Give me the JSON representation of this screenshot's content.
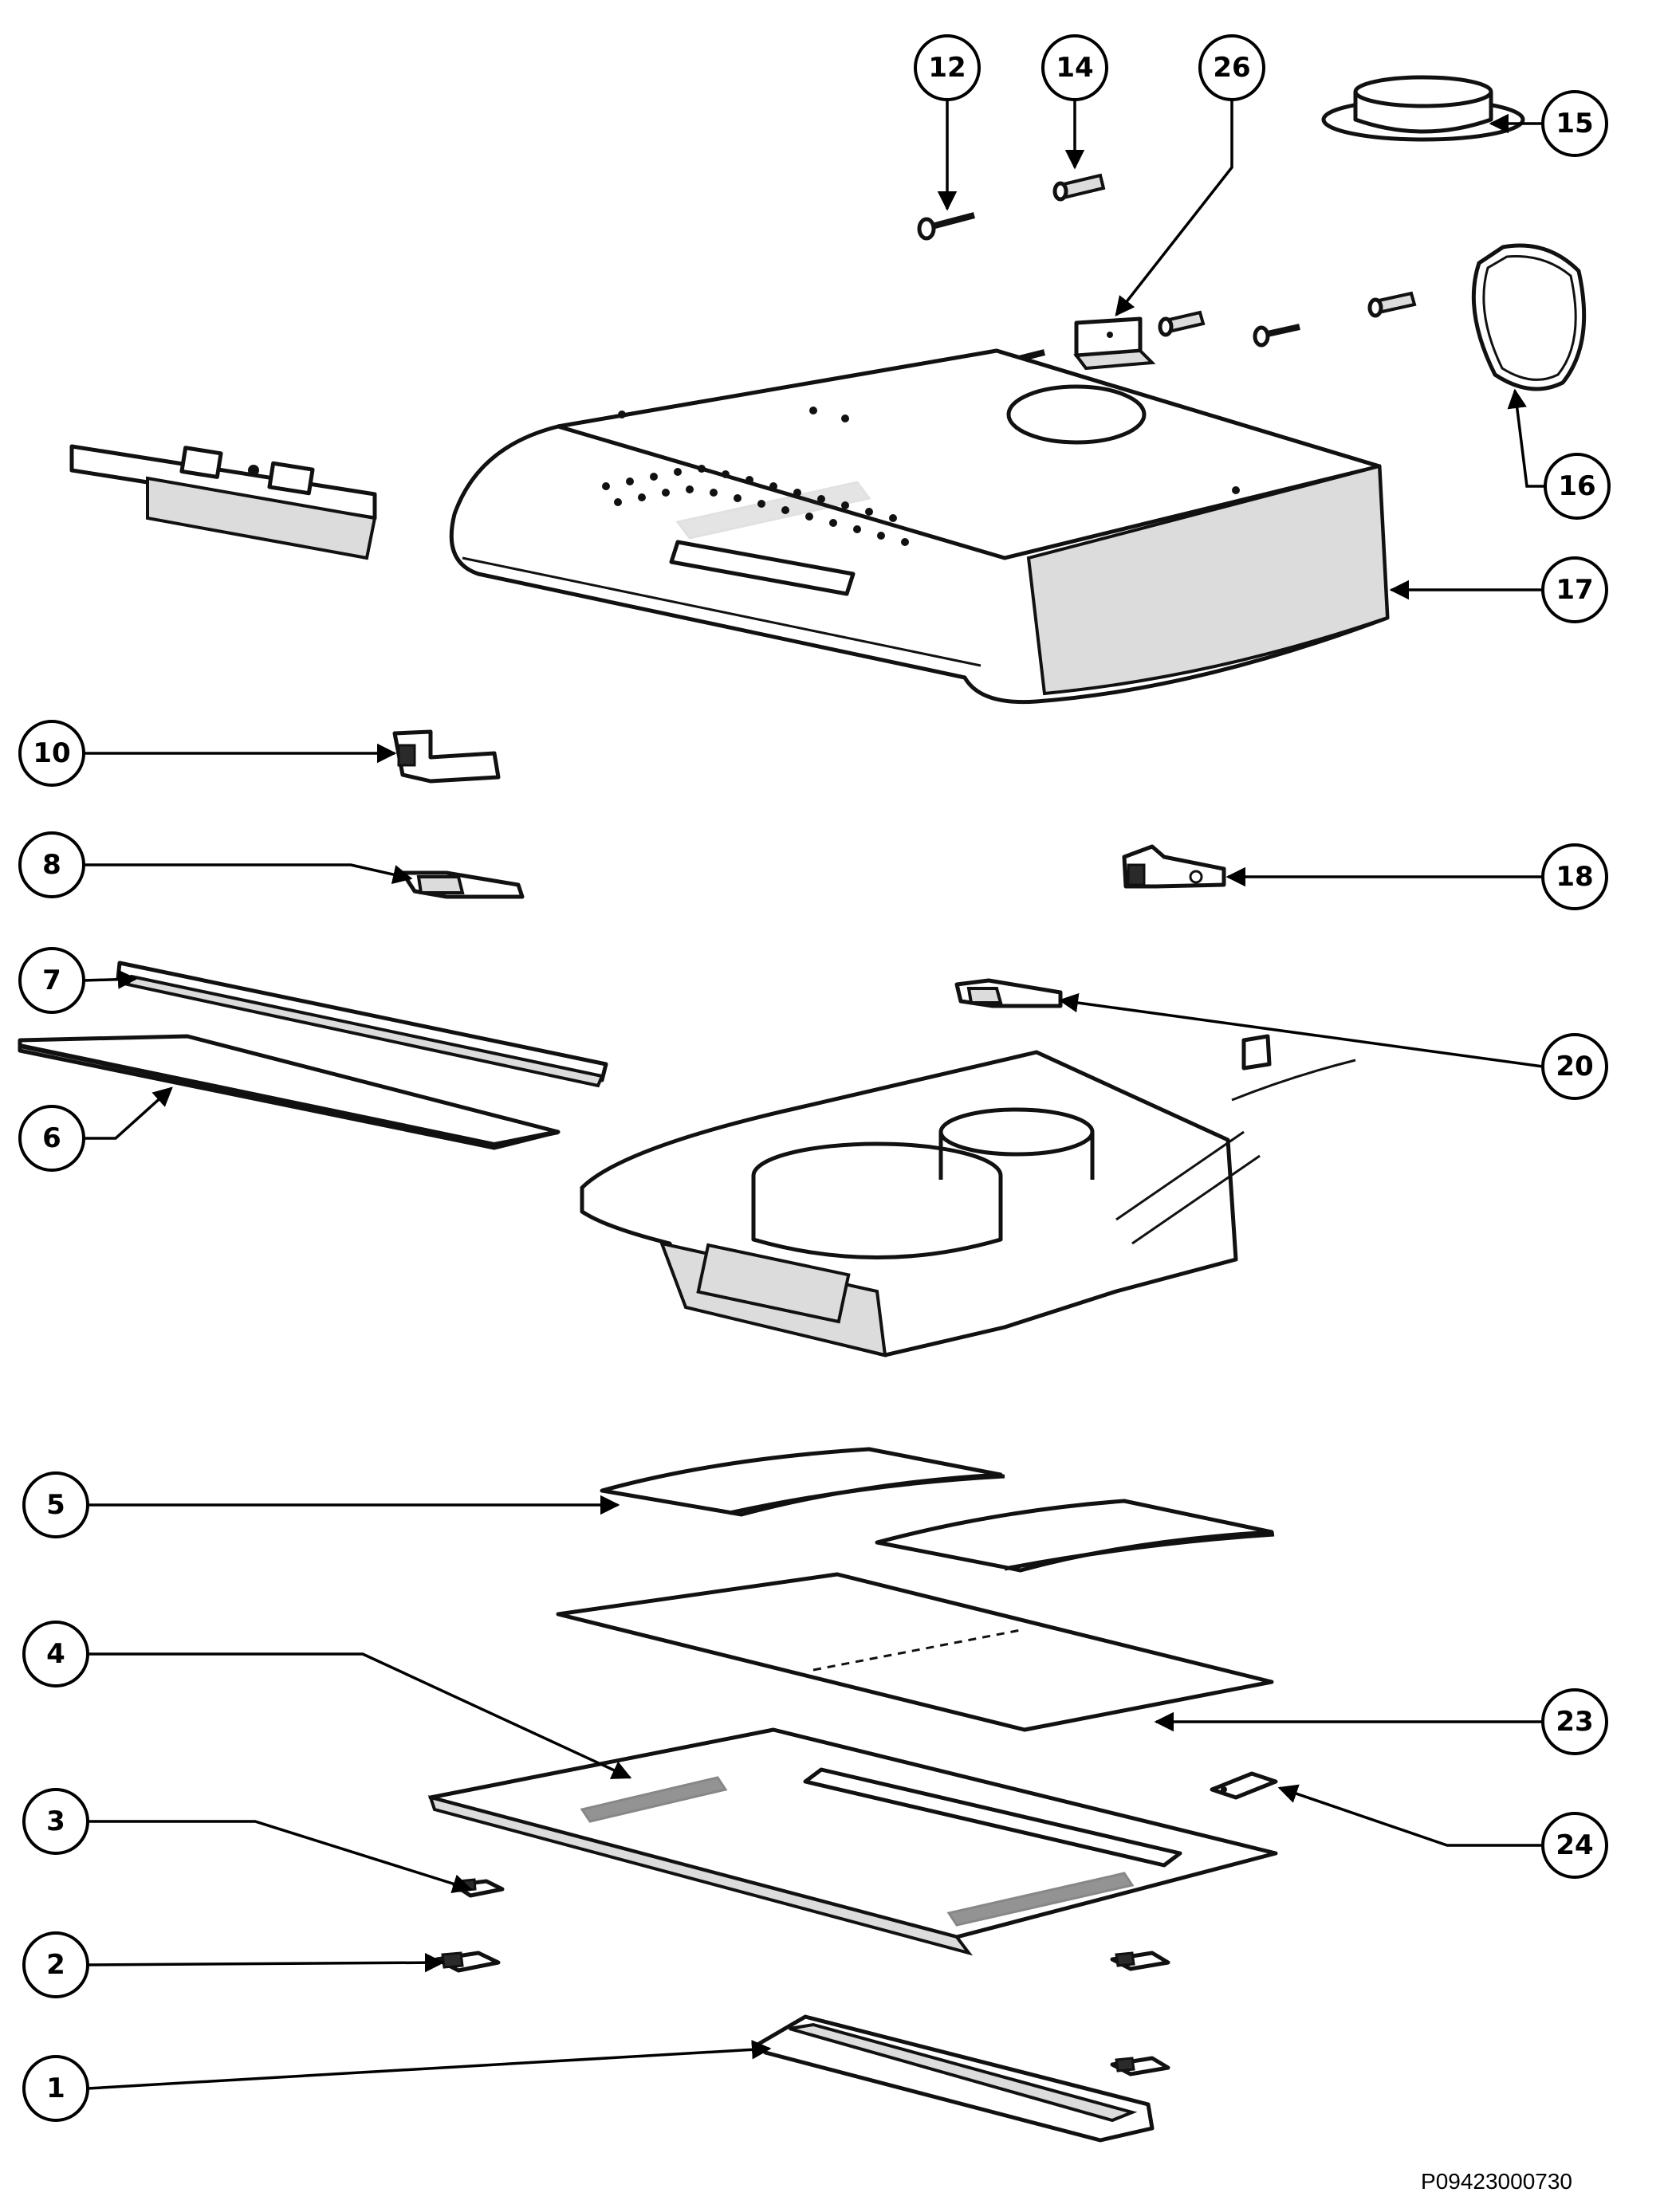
{
  "diagram": {
    "reference_code": "P09423000730",
    "callouts": [
      {
        "id": "c12",
        "label": "12"
      },
      {
        "id": "c14",
        "label": "14"
      },
      {
        "id": "c26",
        "label": "26"
      },
      {
        "id": "c15",
        "label": "15"
      },
      {
        "id": "c16",
        "label": "16"
      },
      {
        "id": "c17",
        "label": "17"
      },
      {
        "id": "c10",
        "label": "10"
      },
      {
        "id": "c8",
        "label": "8"
      },
      {
        "id": "c18",
        "label": "18"
      },
      {
        "id": "c7",
        "label": "7"
      },
      {
        "id": "c6",
        "label": "6"
      },
      {
        "id": "c20",
        "label": "20"
      },
      {
        "id": "c5",
        "label": "5"
      },
      {
        "id": "c4",
        "label": "4"
      },
      {
        "id": "c23",
        "label": "23"
      },
      {
        "id": "c3",
        "label": "3"
      },
      {
        "id": "c24",
        "label": "24"
      },
      {
        "id": "c2",
        "label": "2"
      },
      {
        "id": "c1",
        "label": "1"
      }
    ]
  }
}
